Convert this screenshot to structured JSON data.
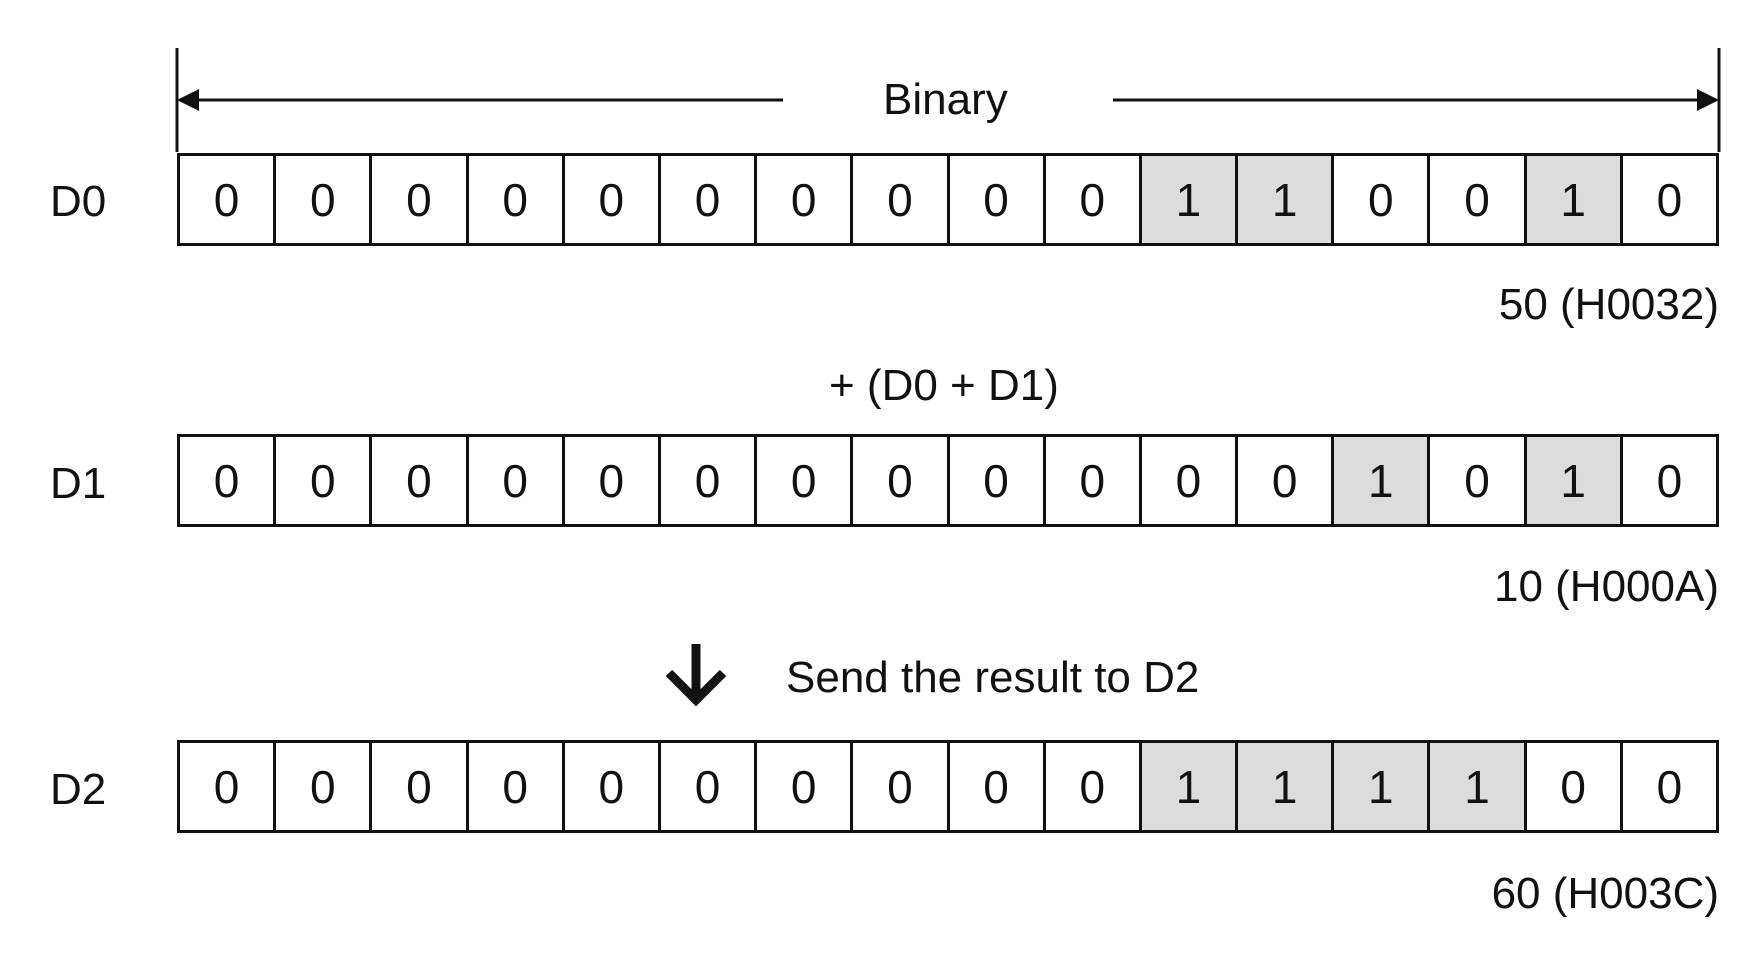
{
  "header": {
    "label": "Binary"
  },
  "operation": {
    "label": "+ (D0 + D1)"
  },
  "result_note": {
    "label": "Send the result to D2"
  },
  "registers": [
    {
      "name": "D0",
      "bits": [
        "0",
        "0",
        "0",
        "0",
        "0",
        "0",
        "0",
        "0",
        "0",
        "0",
        "1",
        "1",
        "0",
        "0",
        "1",
        "0"
      ],
      "value": "50 (H0032)"
    },
    {
      "name": "D1",
      "bits": [
        "0",
        "0",
        "0",
        "0",
        "0",
        "0",
        "0",
        "0",
        "0",
        "0",
        "0",
        "0",
        "1",
        "0",
        "1",
        "0"
      ],
      "value": "10 (H000A)"
    },
    {
      "name": "D2",
      "bits": [
        "0",
        "0",
        "0",
        "0",
        "0",
        "0",
        "0",
        "0",
        "0",
        "0",
        "1",
        "1",
        "1",
        "1",
        "0",
        "0"
      ],
      "value": "60 (H003C)"
    }
  ],
  "colors": {
    "highlight": "#dcdcdc",
    "line": "#111111"
  },
  "icons": {
    "send": "down-arrow-icon"
  }
}
